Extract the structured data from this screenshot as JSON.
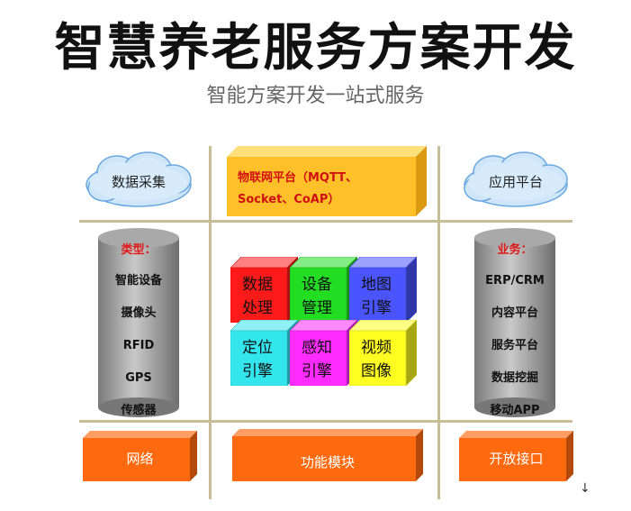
{
  "title": "智慧养老服务方案开发",
  "subtitle": "智能方案开发一站式服务",
  "top_left_cloud": "数据采集",
  "top_right_cloud": "应用平台",
  "platform": {
    "line1": "物联网平台（MQTT、",
    "line2": "Socket、CoAP）"
  },
  "left_cylinder": {
    "heading": "类型：",
    "items": [
      "智能设备",
      "摄像头",
      "RFID",
      "GPS",
      "传感器"
    ]
  },
  "right_cylinder": {
    "heading": "业务：",
    "items": [
      "ERP/CRM",
      "内容平台",
      "服务平台",
      "数据挖掘",
      "移动APP"
    ]
  },
  "cubes": [
    {
      "line1": "数据",
      "line2": "处理",
      "color": "#ff1a1a"
    },
    {
      "line1": "设备",
      "line2": "管理",
      "color": "#22dd22"
    },
    {
      "line1": "地图",
      "line2": "引擎",
      "color": "#4a55ff"
    },
    {
      "line1": "定位",
      "line2": "引擎",
      "color": "#33e6ee"
    },
    {
      "line1": "感知",
      "line2": "引擎",
      "color": "#ff2bff"
    },
    {
      "line1": "视频",
      "line2": "图像",
      "color": "#ffff22"
    }
  ],
  "bottom": {
    "left": "网络",
    "center": "功能模块",
    "right": "开放接口"
  },
  "colors": {
    "orange": "#ff6a10",
    "platform_yellow": "#ffc02a",
    "grid": "#c8bd97",
    "cylinder": "#8a8a8a"
  }
}
